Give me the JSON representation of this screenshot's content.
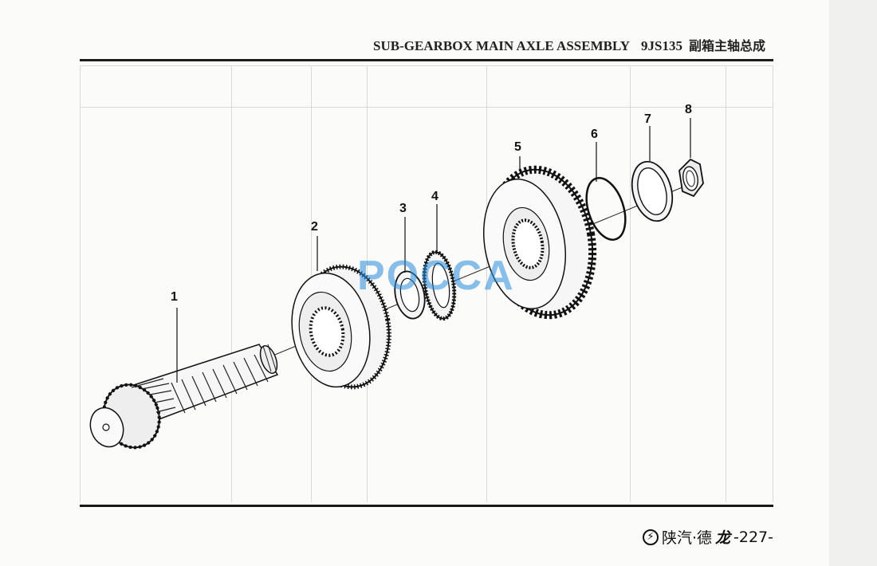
{
  "header": {
    "title_en": "SUB-GEARBOX MAIN AXLE ASSEMBLY",
    "model": "9JS135",
    "title_cn": "副箱主轴总成"
  },
  "callouts": [
    "1",
    "2",
    "3",
    "4",
    "5",
    "6",
    "7",
    "8"
  ],
  "watermark": "POCCA",
  "footer": {
    "logo_glyph": "⚡",
    "brand": "陕汽·德",
    "brand_stylized": "龙",
    "page": "-227-"
  }
}
